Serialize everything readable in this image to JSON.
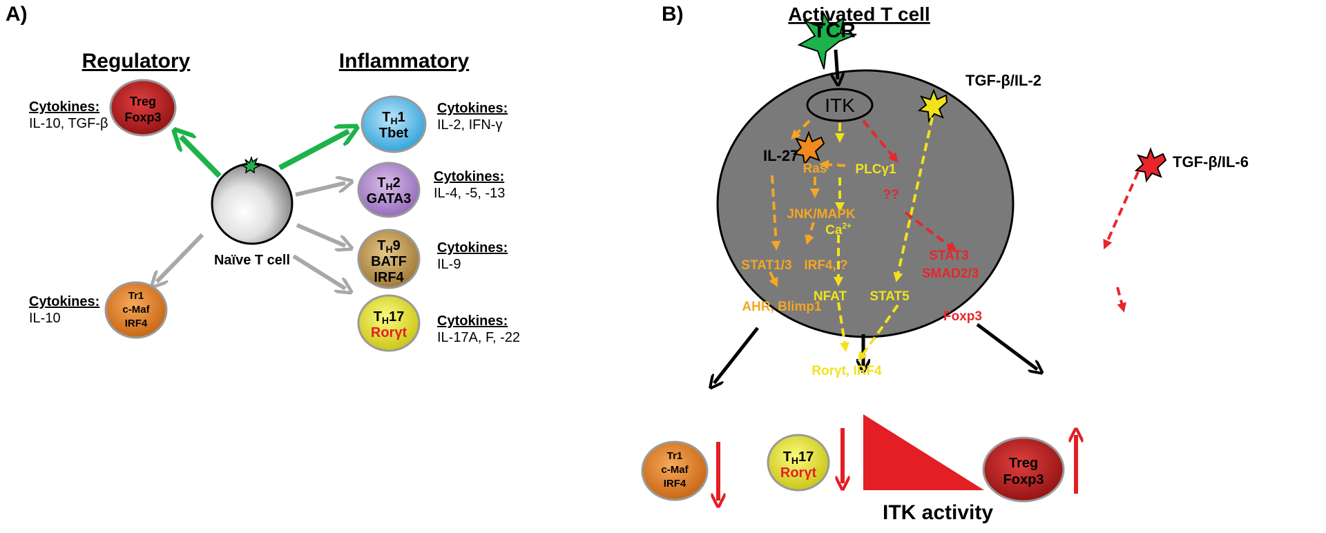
{
  "panel_a": {
    "label": "A)",
    "regulatory_heading": "Regulatory",
    "inflammatory_heading": "Inflammatory",
    "naive_label": "Naïve T cell",
    "cells": {
      "treg": {
        "line1": "Treg",
        "line2": "Foxp3",
        "cytokines_label": "Cytokines:",
        "cytokines": "IL-10, TGF-β",
        "color": "#b81a1a"
      },
      "th1": {
        "line1_main": "T",
        "line1_sub": "H",
        "line1_rest": "1",
        "line2": "Tbet",
        "cytokines_label": "Cytokines:",
        "cytokines": "IL-2, IFN-γ",
        "color": "#3ab0e8"
      },
      "th2": {
        "line1_main": "T",
        "line1_sub": "H",
        "line1_rest": "2",
        "line2": "GATA3",
        "cytokines_label": "Cytokines:",
        "cytokines": "IL-4, -5, -13",
        "color": "#a77cc7"
      },
      "th9": {
        "line1_main": "T",
        "line1_sub": "H",
        "line1_rest": "9",
        "line2": "BATF",
        "line3": "IRF4",
        "cytokines_label": "Cytokines:",
        "cytokines": "IL-9",
        "color": "#b08a3c"
      },
      "th17": {
        "line1_main": "T",
        "line1_sub": "H",
        "line1_rest": "17",
        "line2": "Rorγt",
        "cytokines_label": "Cytokines:",
        "cytokines": "IL-17A, F, -22",
        "color": "#d8d81c"
      },
      "tr1": {
        "line1": "Tr1",
        "line2": "c-Maf",
        "line3": "IRF4",
        "cytokines_label": "Cytokines:",
        "cytokines": "IL-10",
        "color": "#d8741a"
      }
    }
  },
  "panel_b": {
    "label": "B)",
    "title": "Activated T cell",
    "tcr": "TCR",
    "itk": "ITK",
    "receptors": {
      "il27": "IL-27",
      "tgf_il2": "TGF-β/IL-2",
      "tgf_il6": "TGF-β/IL-6"
    },
    "pathway": {
      "ras": "Ras",
      "plc_main": "PLCγ",
      "plc_sub": "1",
      "qq": "??",
      "jnk": "JNK/MAPK",
      "ca_main": "Ca",
      "ca_sup": "2+",
      "stat13": "STAT1/3",
      "irf4q": "IRF4, ?",
      "ahr": "AHR, Blimp1",
      "nfat": "NFAT",
      "stat5": "STAT5",
      "stat3": "STAT3",
      "smad": "SMAD2/3",
      "foxp3": "Foxp3",
      "ror": "Rorγt, IRF4"
    },
    "outcomes": {
      "tr1": {
        "line1": "Tr1",
        "line2": "c-Maf",
        "line3": "IRF4"
      },
      "th17": {
        "line1_main": "T",
        "line1_sub": "H",
        "line1_rest": "17",
        "line2": "Rorγt"
      },
      "treg": {
        "line1": "Treg",
        "line2": "Foxp3"
      }
    },
    "itk_activity": "ITK activity"
  },
  "colors": {
    "green": "#1db34a",
    "gray_arrow": "#a8a8a8",
    "cell_gray": "#7a7a7a",
    "orange_path": "#f5a623",
    "yellow_path": "#f2e21c",
    "red_path": "#e8262a",
    "red": "#e31e24"
  }
}
